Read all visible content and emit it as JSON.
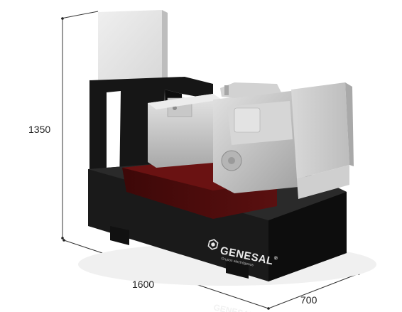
{
  "dimensions": {
    "height": "1350",
    "length": "1600",
    "width": "700"
  },
  "brand": {
    "name": "GENESAL",
    "registered": "®",
    "tagline": "Grupos electrógenos"
  },
  "colors": {
    "chassis": "#161616",
    "tank": "#5a1010",
    "engine": "#c9c9c9",
    "canopy": "#e6e6e6",
    "dimension_lines": "#333333"
  }
}
